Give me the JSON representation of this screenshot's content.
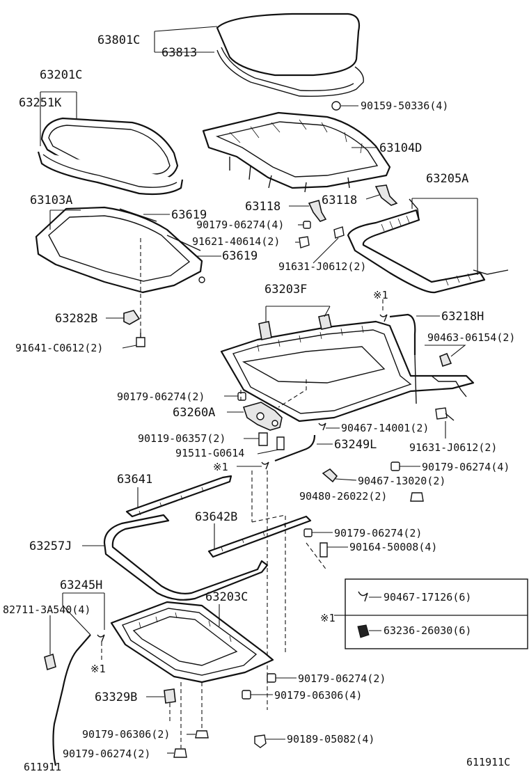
{
  "labels": {
    "p63801c": "63801C",
    "p63813": "63813",
    "p90159": "90159-50336(4)",
    "p63201c": "63201C",
    "p63251k": "63251K",
    "p63104d": "63104D",
    "p63103a": "63103A",
    "p63619a": "63619",
    "p63619b": "63619",
    "p63118a": "63118",
    "p63118b": "63118",
    "p63205a": "63205A",
    "p90179_a": "90179-06274(4)",
    "p91621": "91621-40614(2)",
    "p91631_a": "91631-J0612(2)",
    "p63282b": "63282B",
    "p91641": "91641-C0612(2)",
    "p63203f": "63203F",
    "p_note1_a": "※1",
    "p63218h": "63218H",
    "p90463": "90463-06154(2)",
    "p90179_b": "90179-06274(2)",
    "p63260a": "63260A",
    "p90467_a": "90467-14001(2)",
    "p90119": "90119-06357(2)",
    "p63249l": "63249L",
    "p91631_b": "91631-J0612(2)",
    "p91511": "91511-G0614",
    "p90179_c": "90179-06274(4)",
    "p_note1_b": "※1",
    "p90467_b": "90467-13020(2)",
    "p63641": "63641",
    "p90480": "90480-26022(2)",
    "p63642b": "63642B",
    "p90179_d": "90179-06274(2)",
    "p63257j": "63257J",
    "p90164": "90164-50008(4)",
    "p63245h": "63245H",
    "p82711": "82711-3A540(4)",
    "p63203c": "63203C",
    "p_note1_c": "※1",
    "p90179_e": "90179-06274(2)",
    "p63329b": "63329B",
    "p90179_f": "90179-06306(4)",
    "p90179_g": "90179-06306(2)",
    "p90189": "90189-05082(4)",
    "p90179_h": "90179-06274(2)",
    "p611911": "611911",
    "p611911c": "611911C"
  },
  "legend": {
    "note": "※1",
    "row1": "90467-17126(6)",
    "row2": "63236-26030(6)"
  }
}
